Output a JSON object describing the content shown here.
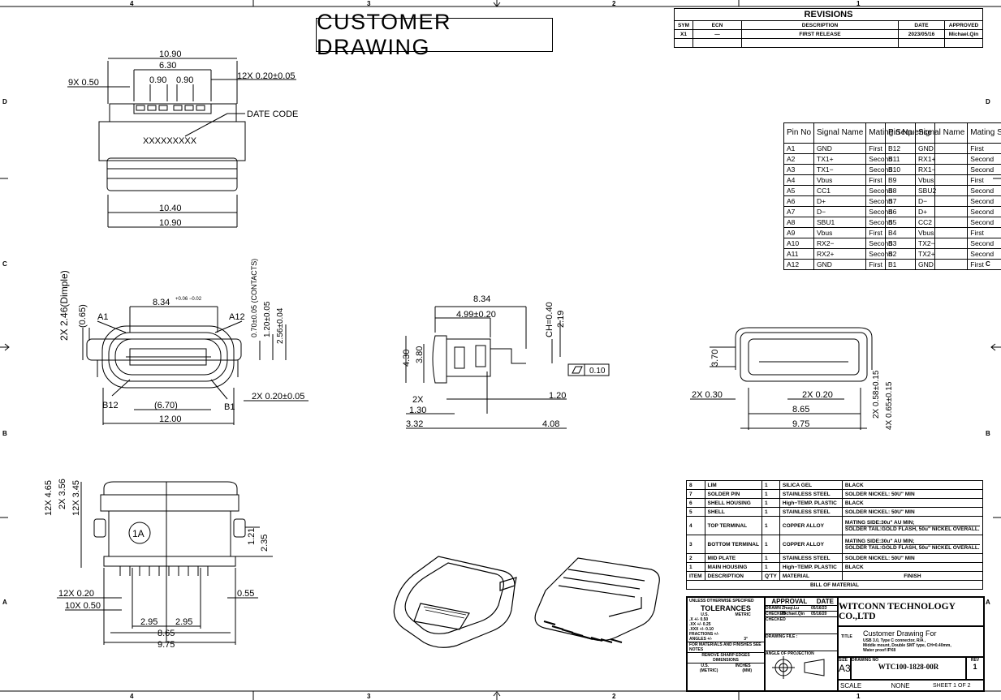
{
  "frame": {
    "zones_top": [
      "4",
      "3",
      "2",
      "1"
    ],
    "zones_bottom": [
      "4",
      "3",
      "2",
      "1"
    ],
    "zones_left": [
      "D",
      "C",
      "B",
      "A"
    ],
    "zones_right": [
      "D",
      "C",
      "B",
      "A"
    ]
  },
  "title": "CUSTOMER DRAWING",
  "revisions": {
    "caption": "REVISIONS",
    "headers": [
      "SYM",
      "ECN",
      "DESCRIPTION",
      "DATE",
      "APPROVED"
    ],
    "rows": [
      [
        "X1",
        "—",
        "FIRST RELEASE",
        "2023/05/16",
        "Michael.Qin"
      ]
    ]
  },
  "pin_table": {
    "headers": [
      "Pin No",
      "Signal Name",
      "Mating Sequence"
    ],
    "left": [
      [
        "A1",
        "GND",
        "First"
      ],
      [
        "A2",
        "TX1+",
        "Second"
      ],
      [
        "A3",
        "TX1−",
        "Second"
      ],
      [
        "A4",
        "Vbus",
        "First"
      ],
      [
        "A5",
        "CC1",
        "Second"
      ],
      [
        "A6",
        "D+",
        "Second"
      ],
      [
        "A7",
        "D−",
        "Second"
      ],
      [
        "A8",
        "SBU1",
        "Second"
      ],
      [
        "A9",
        "Vbus",
        "First"
      ],
      [
        "A10",
        "RX2−",
        "Second"
      ],
      [
        "A11",
        "RX2+",
        "Second"
      ],
      [
        "A12",
        "GND",
        "First"
      ]
    ],
    "right": [
      [
        "B12",
        "GND",
        "First"
      ],
      [
        "B11",
        "RX1+",
        "Second"
      ],
      [
        "B10",
        "RX1−",
        "Second"
      ],
      [
        "B9",
        "Vbus",
        "First"
      ],
      [
        "B8",
        "SBU2",
        "Second"
      ],
      [
        "B7",
        "D−",
        "Second"
      ],
      [
        "B6",
        "D+",
        "Second"
      ],
      [
        "B5",
        "CC2",
        "Second"
      ],
      [
        "B4",
        "Vbus",
        "First"
      ],
      [
        "B3",
        "TX2−",
        "Second"
      ],
      [
        "B2",
        "TX2+",
        "Second"
      ],
      [
        "B1",
        "GND",
        "First"
      ]
    ]
  },
  "bom": {
    "caption": "BILL OF MATERIAL",
    "headers": [
      "ITEM",
      "DESCRIPTION",
      "Q'TY",
      "MATERIAL",
      "FINISH"
    ],
    "rows": [
      [
        "8",
        "LIM",
        "1",
        "SILICA GEL",
        "BLACK"
      ],
      [
        "7",
        "SOLDER PIN",
        "1",
        "STAINLESS STEEL",
        "SOLDER NICKEL: 50U\" MIN"
      ],
      [
        "6",
        "SHELL HOUSING",
        "1",
        "High−TEMP. PLASTIC",
        "BLACK"
      ],
      [
        "5",
        "SHELL",
        "1",
        "STAINLESS STEEL",
        "SOLDER NICKEL: 50U\" MIN"
      ],
      [
        "4",
        "TOP TERMINAL",
        "1",
        "COPPER ALLOY",
        "MATING SIDE:30u\" AU MIN;|SOLDER TAIL:GOLD FLASH, 50u\" NICKEL OVERALL."
      ],
      [
        "3",
        "BOTTOM TERMINAL",
        "1",
        "COPPER ALLOY",
        "MATING SIDE:30u\" AU MIN;|SOLDER TAIL:GOLD FLASH, 50u\" NICKEL OVERALL."
      ],
      [
        "2",
        "MID PLATE",
        "1",
        "STAINLESS STEEL",
        "SOLDER NICKEL: 50U\" MIN"
      ],
      [
        "1",
        "MAIN HOUSING",
        "1",
        "High−TEMP. PLASTIC",
        "BLACK"
      ]
    ]
  },
  "title_block": {
    "tolerance_head": "UNLESS OTHERWISE SPECIFIED",
    "tolerances": "TOLERANCES",
    "us": "U.S.",
    "metric": "METRIC",
    "tol_rows": [
      ".X  +/-  0.50",
      ".XX  +/-  0.25",
      ".XXX  +/-  0.10"
    ],
    "fractions": "FRACTIONS +/-",
    "angles": "ANGLES +/-",
    "angles_val": "3°",
    "materials_note": "FOR MATERIALS AND FINISHES SEE NOTES",
    "sharp_edges": "REMOVE SHARP EDGES",
    "dimensions": "DIMENSIONS",
    "dim_us": "U.S.",
    "dim_inches": "INCHES",
    "dim_metric": "(METRIC)",
    "dim_mm": "(MM)",
    "approval": "APPROVAL",
    "date": "DATE",
    "drawn": "DRAWN",
    "drawn_by": "Zhuqi.Lu",
    "drawn_date": "05/16/23",
    "checked": "CHECKED",
    "checked_by": "Michael.Qin",
    "checked_date": "05/16/20",
    "checked2": "CHECKED",
    "drawing_file": "DRAWING FILE :",
    "projection": "ANGLE OF PROJECTION",
    "company": "WITCONN TECHNOLOGY CO.,LTD",
    "title_label": "TITLE",
    "title_main": "Customer Drawing For",
    "title_desc": [
      "USB 3.0, Type C  connector, R/A ,",
      "Middle mount, Double SMT type, CH=0.40mm,",
      "Water proof  IPX8"
    ],
    "size_label": "SIZE",
    "size": "A3",
    "drawing_no_label": "DRAWING NO",
    "drawing_no": "WTC100-1828-00R",
    "rev_label": "REV",
    "rev": "1",
    "scale_label": "SCALE",
    "scale": "NONE",
    "sheet": "SHEET  1  OF  2"
  },
  "dims": {
    "top_view": {
      "w1": "10.90",
      "w2": "6.30",
      "pitch1": "0.90",
      "pitch2": "0.90",
      "n9": "9X  0.50",
      "n12": "12X  0.20±0.05",
      "date_code": "DATE CODE",
      "marking": "XXXXXXXXX",
      "b1": "10.40",
      "b2": "10.90"
    },
    "front_view": {
      "dimple": "2X  2.46(Dimple)",
      "d065": "(0.65)",
      "w834": "8.34",
      "tol834": "+0.06 −0.02",
      "a1": "A1",
      "a12": "A12",
      "c070": "0.70±0.05 (CONTACTS)",
      "c120": "1.20±0.05",
      "c256": "2.56±0.04",
      "b12": "B12",
      "b1": "B1",
      "w670": "(6.70)",
      "w1200": "12.00",
      "n2x": "2X  0.20±0.05"
    },
    "side_view": {
      "w834": "8.34",
      "w499": "4.99±0.20",
      "ch": "CH=0.40",
      "h219": "2.19",
      "h430": "4.30",
      "h380": "3.80",
      "flat": "0.10",
      "n2x": "2X",
      "h130": "1.30",
      "h120": "1.20",
      "w332": "3.32",
      "w408": "4.08"
    },
    "end_view": {
      "h370": "3.70",
      "n2x030": "2X  0.30",
      "n2x020": "2X  0.20",
      "w865": "8.65",
      "w975": "9.75",
      "v058": "2X  0.58±0.15",
      "v065": "4X  0.65±0.15"
    },
    "bottom_view": {
      "v465": "12X  4.65",
      "v356": "2X  3.56",
      "v345": "12X  3.45",
      "badge": "1A",
      "v121": "1.21",
      "v235": "2.35",
      "n12x": "12X  0.20",
      "n10x": "10X  0.50",
      "w055": "0.55",
      "w295a": "2.95",
      "w295b": "2.95",
      "w865": "8.65",
      "w975": "9.75"
    }
  }
}
